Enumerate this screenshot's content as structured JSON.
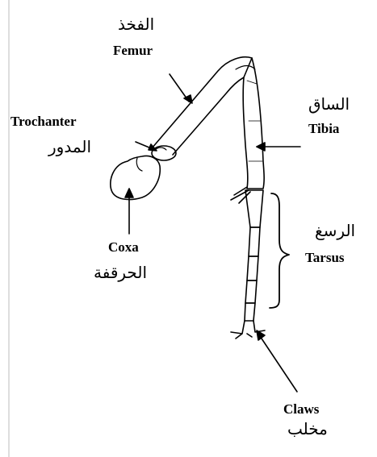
{
  "labels": {
    "femur": {
      "en": "Femur",
      "ar": "الفخذ"
    },
    "tibia": {
      "en": "Tibia",
      "ar": "الساق"
    },
    "trochanter": {
      "en": "Trochanter",
      "ar": "المدور"
    },
    "coxa": {
      "en": "Coxa",
      "ar": "الحرقفة"
    },
    "tarsus": {
      "en": "Tarsus",
      "ar": "الرسغ"
    },
    "claws": {
      "en": "Claws",
      "ar": "مخلب"
    }
  },
  "colors": {
    "ink": "#000000",
    "frame": "#c8c8c8"
  }
}
